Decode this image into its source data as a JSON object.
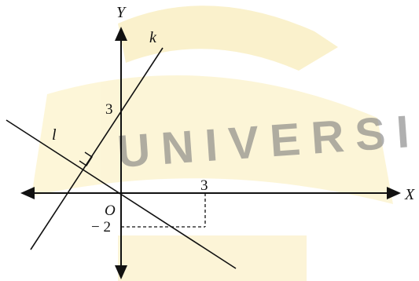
{
  "axes": {
    "x_label": "X",
    "y_label": "Y",
    "origin_label": "O"
  },
  "lines": {
    "k_label": "k",
    "l_label": "l"
  },
  "ticks": {
    "y_intercept_k": "3",
    "x_point": "3",
    "y_point": "− 2"
  },
  "watermark": {
    "text": "UNIVERSITAS",
    "color": "#f2d86b"
  },
  "colors": {
    "ink": "#111111",
    "background": "#ffffff"
  }
}
